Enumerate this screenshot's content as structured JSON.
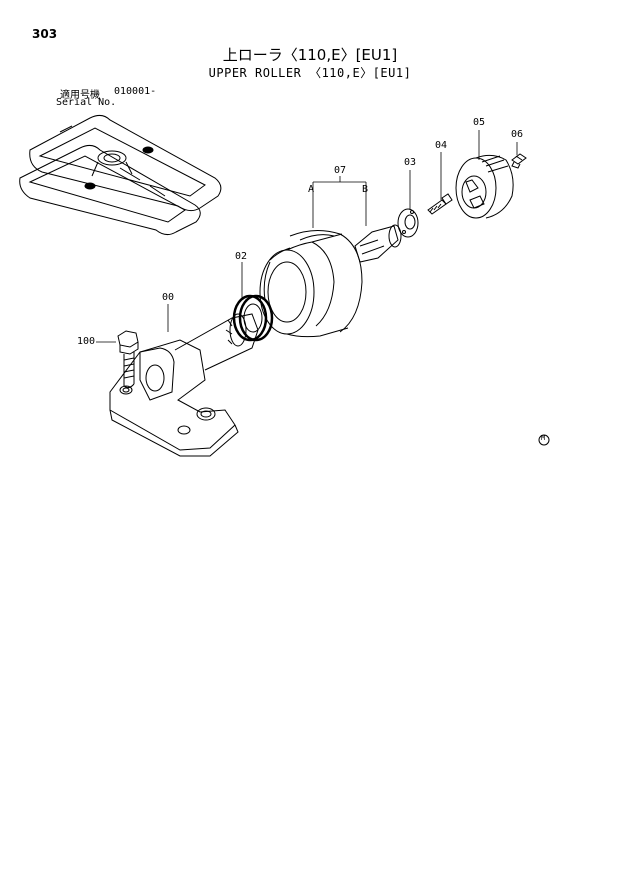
{
  "header": {
    "page_number": "303",
    "title_jp": "上ローラ〈110,E〉[EU1]",
    "title_en": "UPPER ROLLER 〈110,E〉[EU1]"
  },
  "serial": {
    "label_jp": "適用号機",
    "value": "010001-",
    "label_en": "Serial No."
  },
  "callouts": {
    "c00": "00",
    "c02": "02",
    "c03": "03",
    "c04": "04",
    "c05": "05",
    "c06": "06",
    "c07": "07",
    "cA": "A",
    "cB": "B",
    "c100": "100"
  },
  "marker": "M"
}
